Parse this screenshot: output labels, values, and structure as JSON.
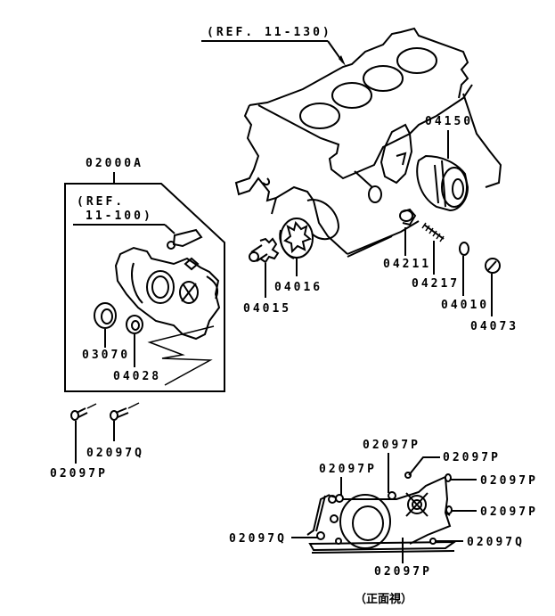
{
  "diagram": {
    "title": "Oil pump & oil filter parts diagram",
    "refs": {
      "cylinder_block": "(REF. 11-130)",
      "oil_pump_ref_line1": "(REF.",
      "oil_pump_ref_line2": "11-100)"
    },
    "parts": {
      "oil_pump_assy": "02000A",
      "oil_filter": "04150",
      "relief_plunger": "04211",
      "relief_spring": "04217",
      "gasket": "04010",
      "plug": "04073",
      "outer_rotor": "04016",
      "inner_rotor": "04015",
      "oil_seal": "03070",
      "o_ring": "04028",
      "bolt_p": "02097P",
      "bolt_q": "02097Q"
    },
    "front_view": {
      "caption": "（正面視）",
      "labels": [
        "02097P",
        "02097P",
        "02097P",
        "02097P",
        "02097P",
        "02097Q",
        "02097Q",
        "02097P"
      ]
    },
    "colors": {
      "line": "#000000",
      "background": "#ffffff"
    }
  }
}
